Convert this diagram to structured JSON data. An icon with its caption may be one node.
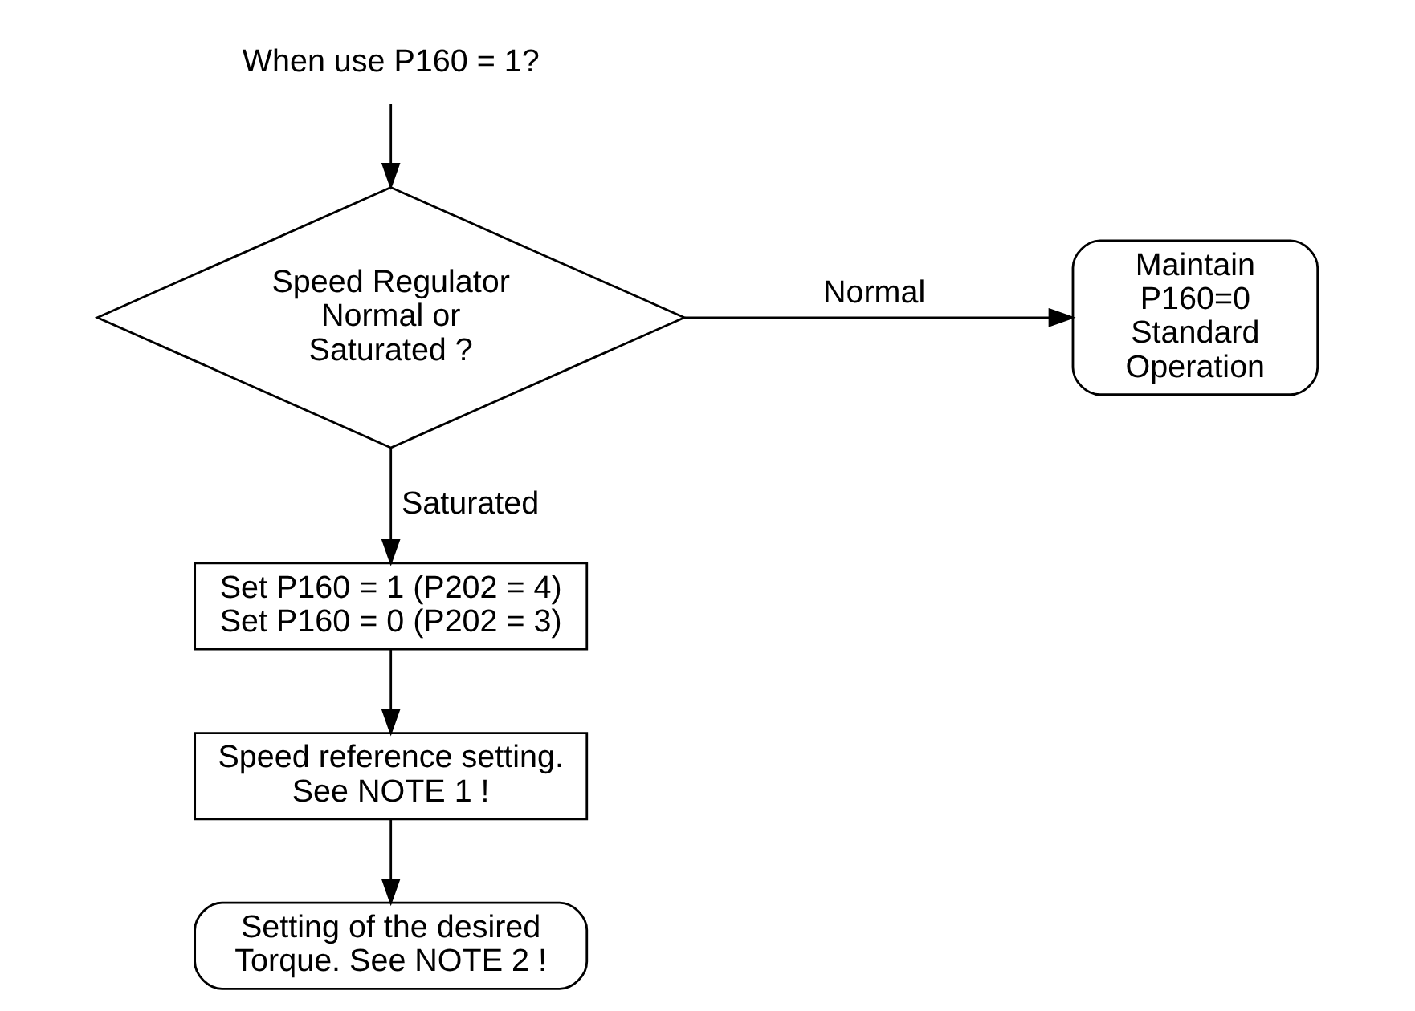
{
  "diagram": {
    "nodes": [
      {
        "text": [
          "When use P160 = 1?"
        ]
      },
      {
        "text": [
          "Speed Regulator Normal or Saturated ?"
        ]
      },
      {
        "text": [
          "Maintain P160=0 Standard Operation"
        ]
      },
      {
        "text": [
          "Set P160 = 1 (P202 = 4) Set P160 = 0 (P202 = 3)"
        ]
      },
      {
        "text": [
          "Speed reference setting. See NOTE 1 !"
        ]
      },
      {
        "text": [
          "Setting of the desired Torque. See NOTE 2 !"
        ]
      }
    ],
    "edges": [
      {
        "from": 0,
        "to": 1,
        "arrow": "to"
      },
      {
        "from": 1,
        "to": 2,
        "arrow": "to",
        "label": "Normal"
      },
      {
        "from": 1,
        "to": 3,
        "arrow": "to",
        "label": "Saturated"
      },
      {
        "from": 3,
        "to": 4,
        "arrow": "to"
      },
      {
        "from": 4,
        "to": 5,
        "arrow": "to"
      }
    ]
  }
}
